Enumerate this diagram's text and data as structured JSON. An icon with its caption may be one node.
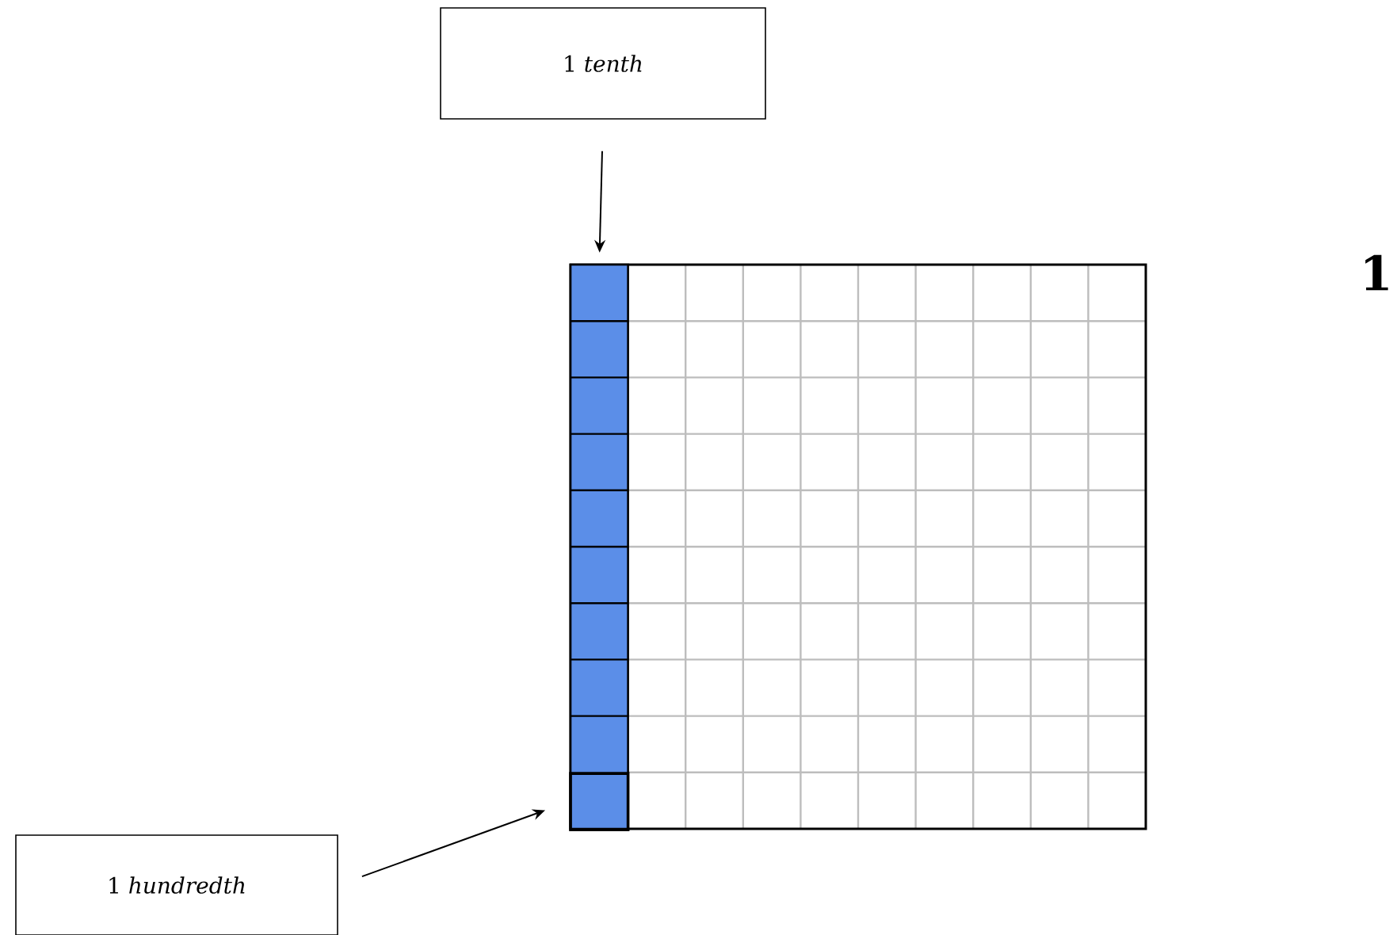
{
  "diagram": {
    "nodes": [
      {
        "text": [
          "1 *tenth*"
        ]
      },
      {
        "text": [
          "1 *hundredth*"
        ]
      },
      {
        "text": [],
        "shape": "bar"
      },
      {
        "text": [],
        "shape": "box",
        "in": 2
      }
    ],
    "edges": [
      {
        "from": 0,
        "to": 2,
        "arrow": "to"
      },
      {
        "from": 1,
        "to": 3,
        "arrow": "to"
      }
    ],
    "labels": [
      "1"
    ]
  }
}
